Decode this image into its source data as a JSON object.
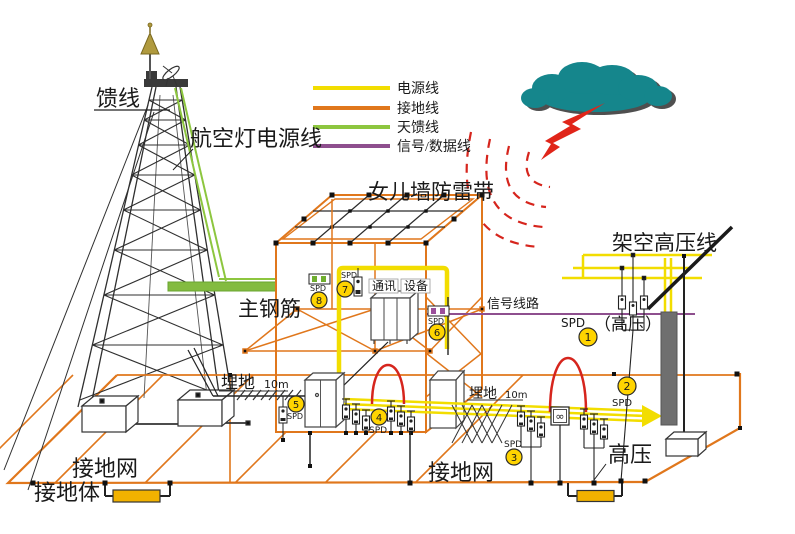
{
  "legend": {
    "items": [
      {
        "label": "电源线",
        "color": "#f2dd00"
      },
      {
        "label": "接地线",
        "color": "#e0771c"
      },
      {
        "label": "天馈线",
        "color": "#8dc63f"
      },
      {
        "label": "信号/数据线",
        "color": "#8e4f8e"
      }
    ]
  },
  "labels": {
    "feeder": "馈线",
    "aviation_light_power": "航空灯电源线",
    "parapet_lightning_belt": "女儿墙防雷带",
    "main_rebar": "主钢筋",
    "comm": "通讯",
    "equipment": "设备",
    "signal_circuit": "信号线路",
    "overhead_hv_line": "架空高压线",
    "hv_parenthesized": "（高压）",
    "high_voltage": "高压",
    "buried_left": "埋地",
    "buried_left_depth": "10m",
    "buried_right": "埋地",
    "buried_right_depth": "10m",
    "ground_grid_left": "接地网",
    "ground_body": "接地体",
    "ground_grid_center": "接地网",
    "meter_symbol": "∞"
  },
  "spd_markers": [
    {
      "num": "1",
      "label": "SPD"
    },
    {
      "num": "2",
      "label": "SPD"
    },
    {
      "num": "3",
      "label": "SPD"
    },
    {
      "num": "4",
      "label": "SPD"
    },
    {
      "num": "5",
      "label": "SPD"
    },
    {
      "num": "6",
      "label": "SPD"
    },
    {
      "num": "7",
      "label": "SPD"
    },
    {
      "num": "8",
      "label": "SPD"
    }
  ],
  "colors": {
    "power_line": "#f2dd00",
    "ground_line": "#e0771c",
    "antenna_feeder": "#8dc63f",
    "signal_line": "#8e4f8e",
    "lightning_red": "#d6251d",
    "cloud_teal": "#15868c",
    "electrode_gold": "#f2b200",
    "spd_badge": "#ffd400"
  }
}
